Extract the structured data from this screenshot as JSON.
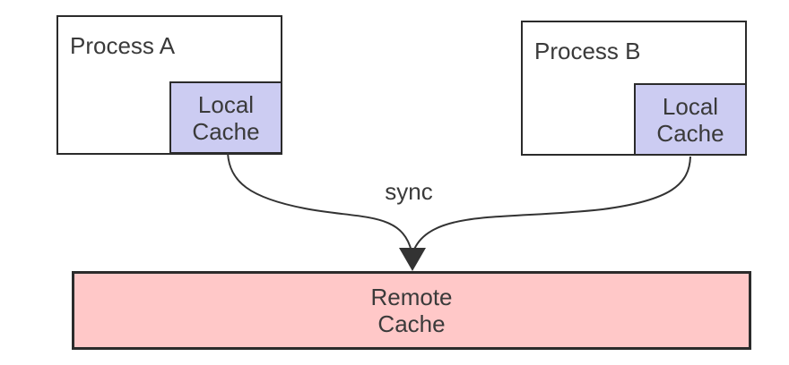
{
  "diagram": {
    "process_a": {
      "label": "Process A",
      "cache": {
        "line1": "Local",
        "line2": "Cache"
      }
    },
    "process_b": {
      "label": "Process B",
      "cache": {
        "line1": "Local",
        "line2": "Cache"
      }
    },
    "remote_cache": {
      "line1": "Remote",
      "line2": "Cache"
    },
    "sync_label": "sync",
    "colors": {
      "local_cache_fill": "#ccccf2",
      "remote_cache_fill": "#ffc8c8",
      "edge_stroke": "#333333",
      "border": "#2b2b2b",
      "text": "#3a3a3a"
    }
  }
}
